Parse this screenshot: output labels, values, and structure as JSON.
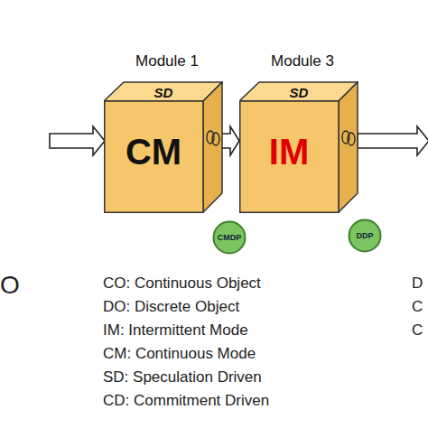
{
  "diagram": {
    "nodes": [
      {
        "text": [
          "Module 1",
          "SD",
          "CM"
        ]
      },
      {
        "text": [
          "CMDP"
        ]
      },
      {
        "text": [
          "Module 3",
          "SD",
          "IM"
        ]
      },
      {
        "text": [
          "DDP"
        ]
      }
    ],
    "edges": [
      {
        "from": 0,
        "to": 2,
        "arrow": "to"
      }
    ],
    "labels": [
      "O",
      "CO: Continuous Object",
      "DO: Discrete Object",
      "IM: Intermittent Mode",
      "CM: Continuous Mode",
      "SD: Speculation Driven",
      "CD: Commitment Driven",
      "D",
      "C",
      "C"
    ]
  }
}
